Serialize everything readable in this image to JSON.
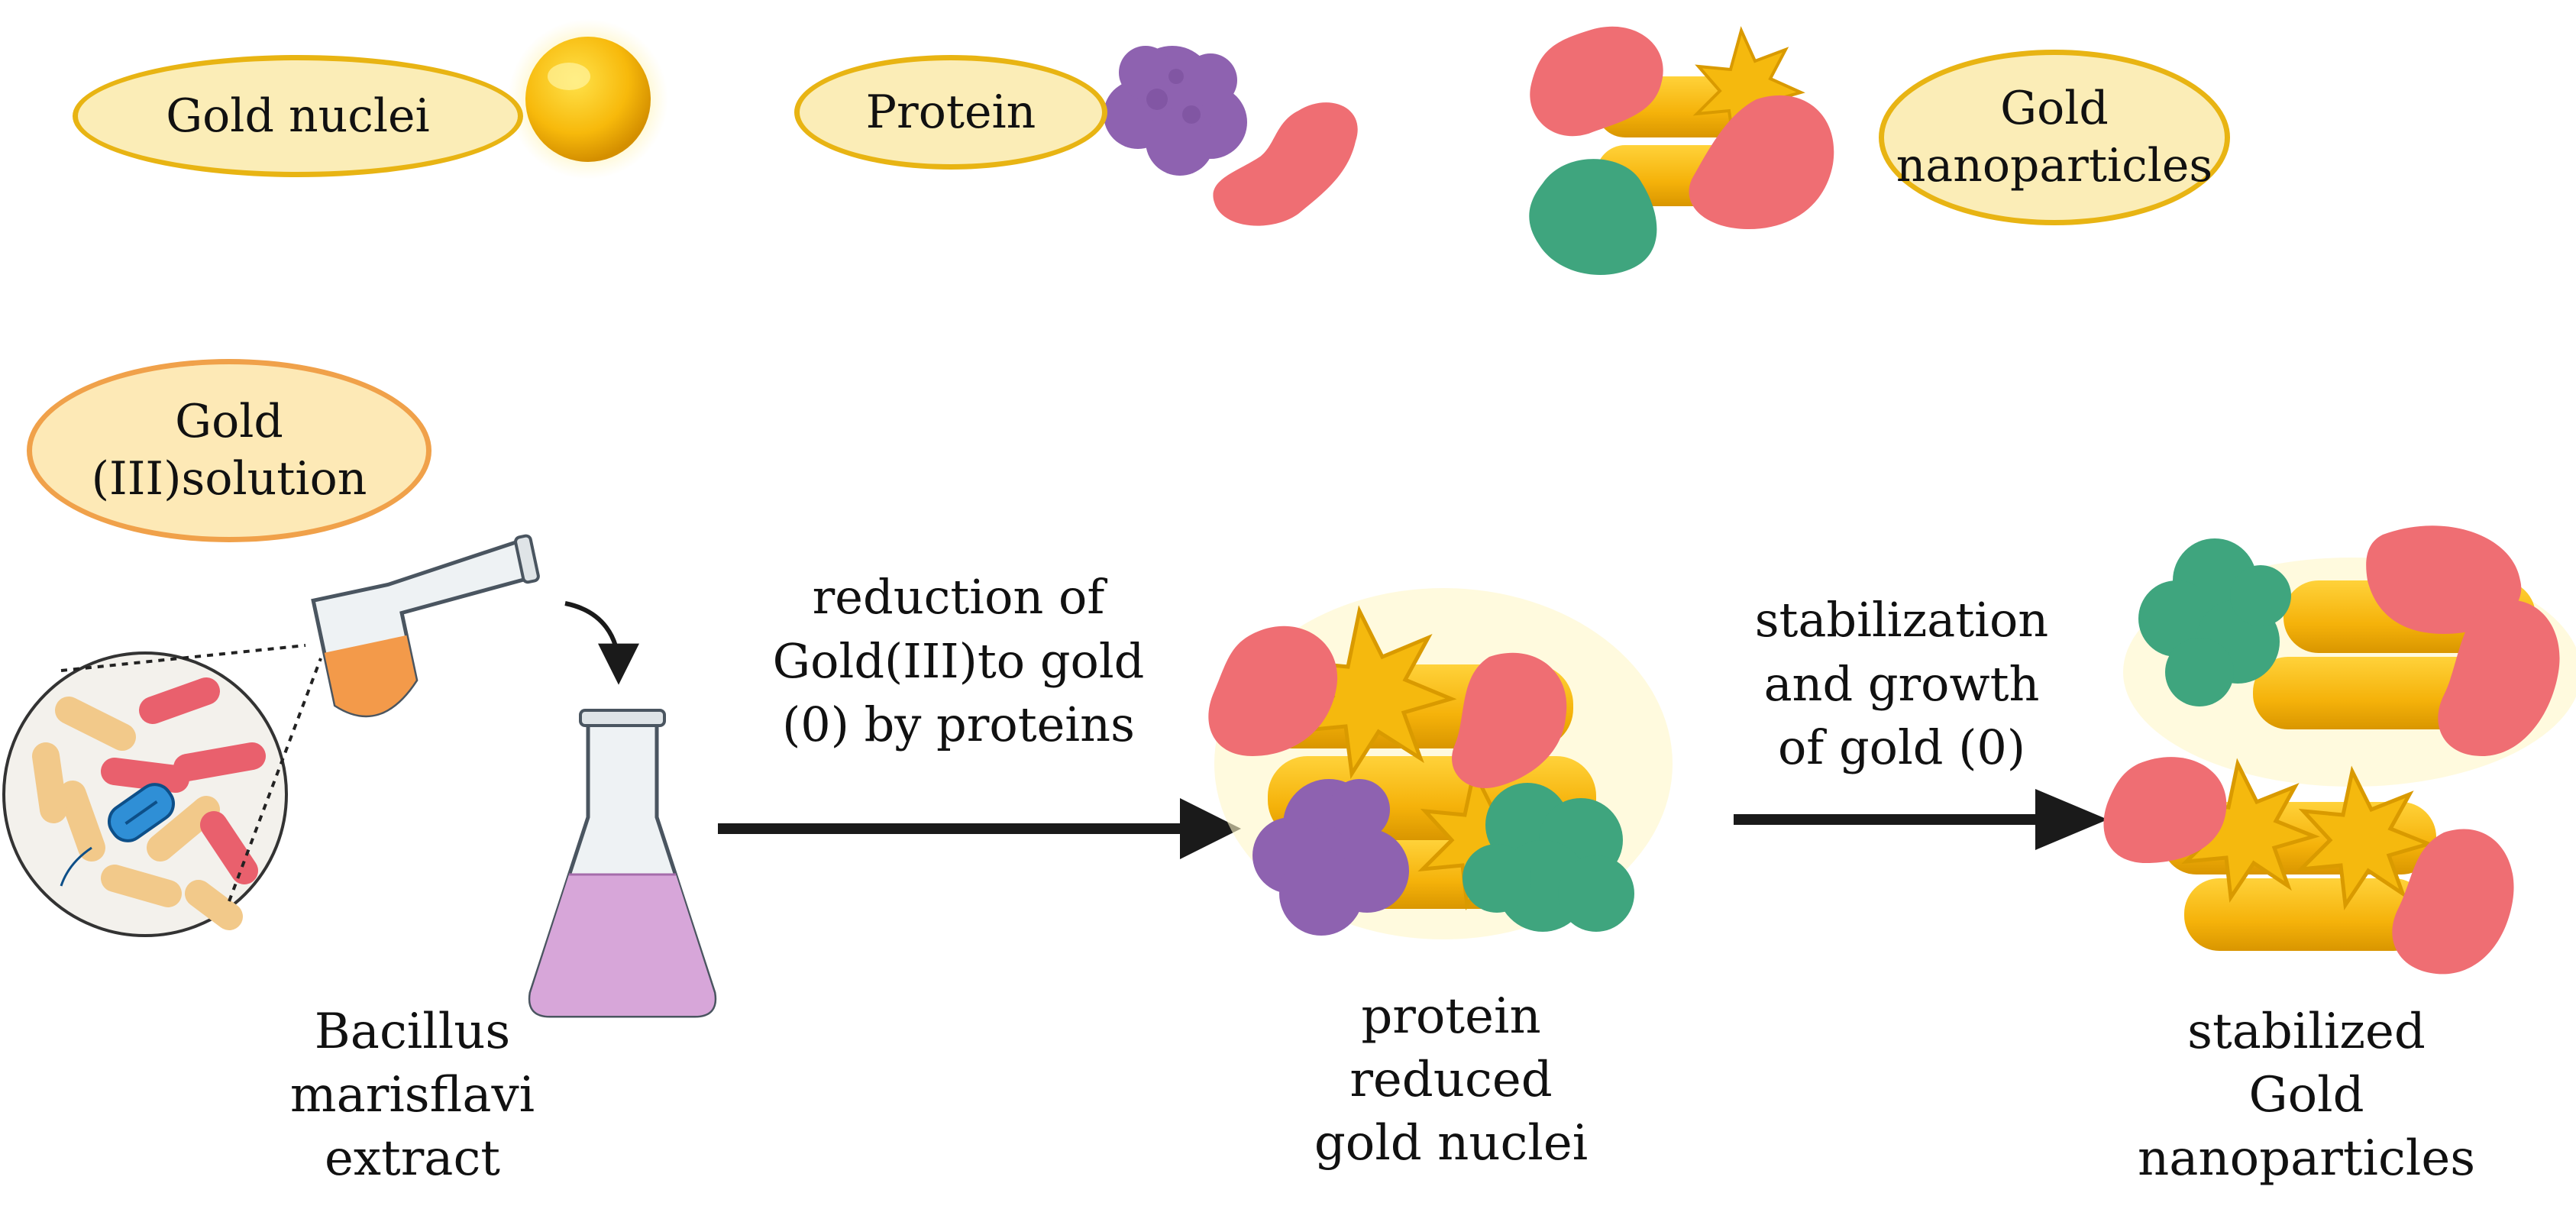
{
  "legend": {
    "gold_nuclei": "Gold nuclei",
    "protein": "Protein",
    "gold_nanoparticles_l1": "Gold",
    "gold_nanoparticles_l2": "nanoparticles",
    "gold_solution_l1": "Gold",
    "gold_solution_l2": "(III)solution"
  },
  "steps": {
    "reduction_l1": "reduction of",
    "reduction_l2": "Gold(III)to gold",
    "reduction_l3": "(0) by proteins",
    "stabilization_l1": "stabilization",
    "stabilization_l2": "and growth",
    "stabilization_l3": "of gold (0)"
  },
  "captions": {
    "extract_l1": "Bacillus",
    "extract_l2": "marisflavi",
    "extract_l3": "extract",
    "nuclei_l1": "protein",
    "nuclei_l2": "reduced",
    "nuclei_l3": "gold nuclei",
    "stabilized_l1": "stabilized",
    "stabilized_l2": "Gold",
    "stabilized_l3": "nanoparticles"
  },
  "colors": {
    "gold": "#f5b90e",
    "gold_dark": "#d99a00",
    "protein_purple": "#8e62b0",
    "protein_red": "#ef6e73",
    "protein_green": "#3fa57e",
    "pill_border": "#e8b413",
    "pill_fill": "#fbedb7",
    "orange_liquid": "#f39a4a",
    "purple_liquid": "#d7a6d9",
    "arrow": "#1a1a1a"
  }
}
